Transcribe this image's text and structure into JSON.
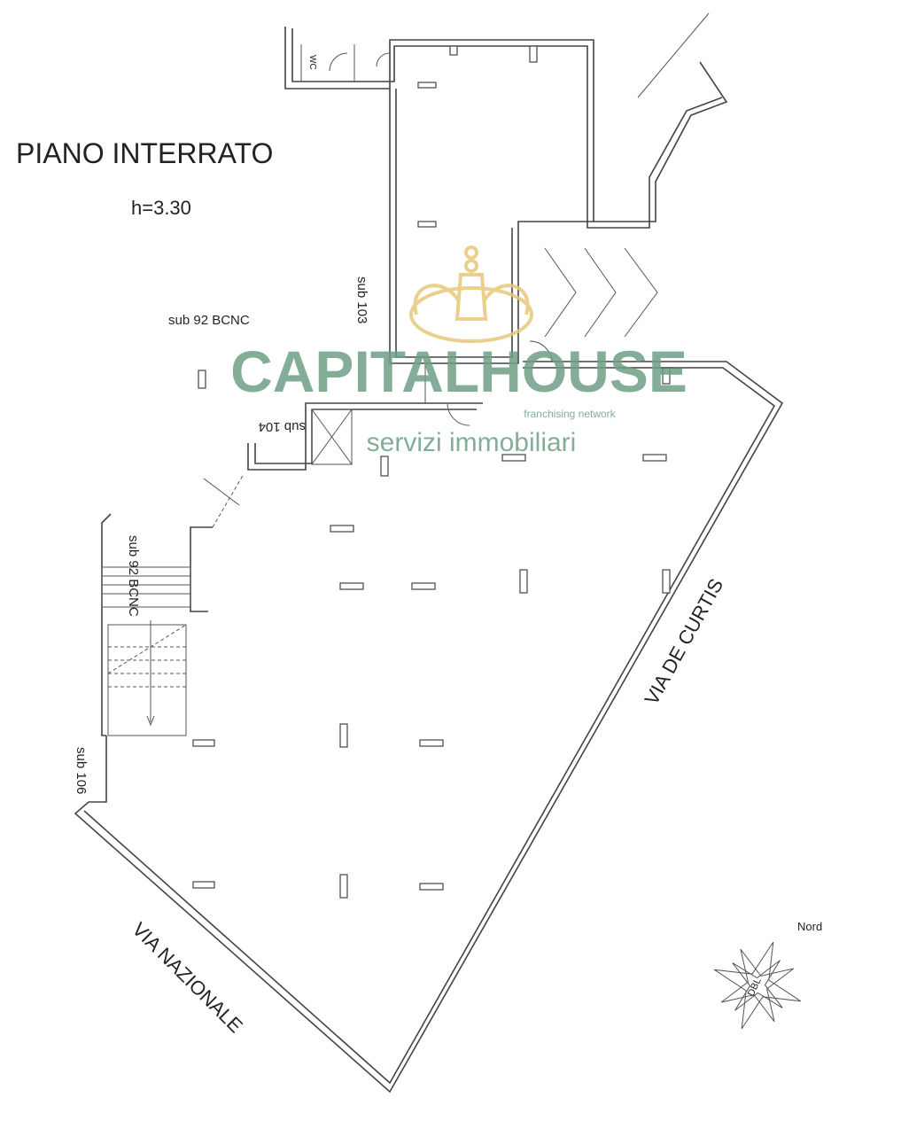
{
  "plan": {
    "title": "PIANO INTERRATO",
    "height": "h=3.30",
    "labels": {
      "sub92_top": "sub 92 BCNC",
      "sub103": "sub 103",
      "sub104": "sub 104",
      "sub92_stairs": "sub 92 BCNC",
      "sub106": "sub 106",
      "wc": "WC",
      "via_de_curtis": "VIA DE CURTIS",
      "via_nazionale": "VIA NAZIONALE"
    },
    "compass": {
      "north_label": "Nord",
      "mark": "DBL"
    }
  },
  "watermark": {
    "brand": "CAPITALHOUSE",
    "tagline": "franchising network",
    "subtitle": "servizi immobiliari",
    "brand_color": "#6f9f86",
    "crown_color": "#e8c77a"
  }
}
